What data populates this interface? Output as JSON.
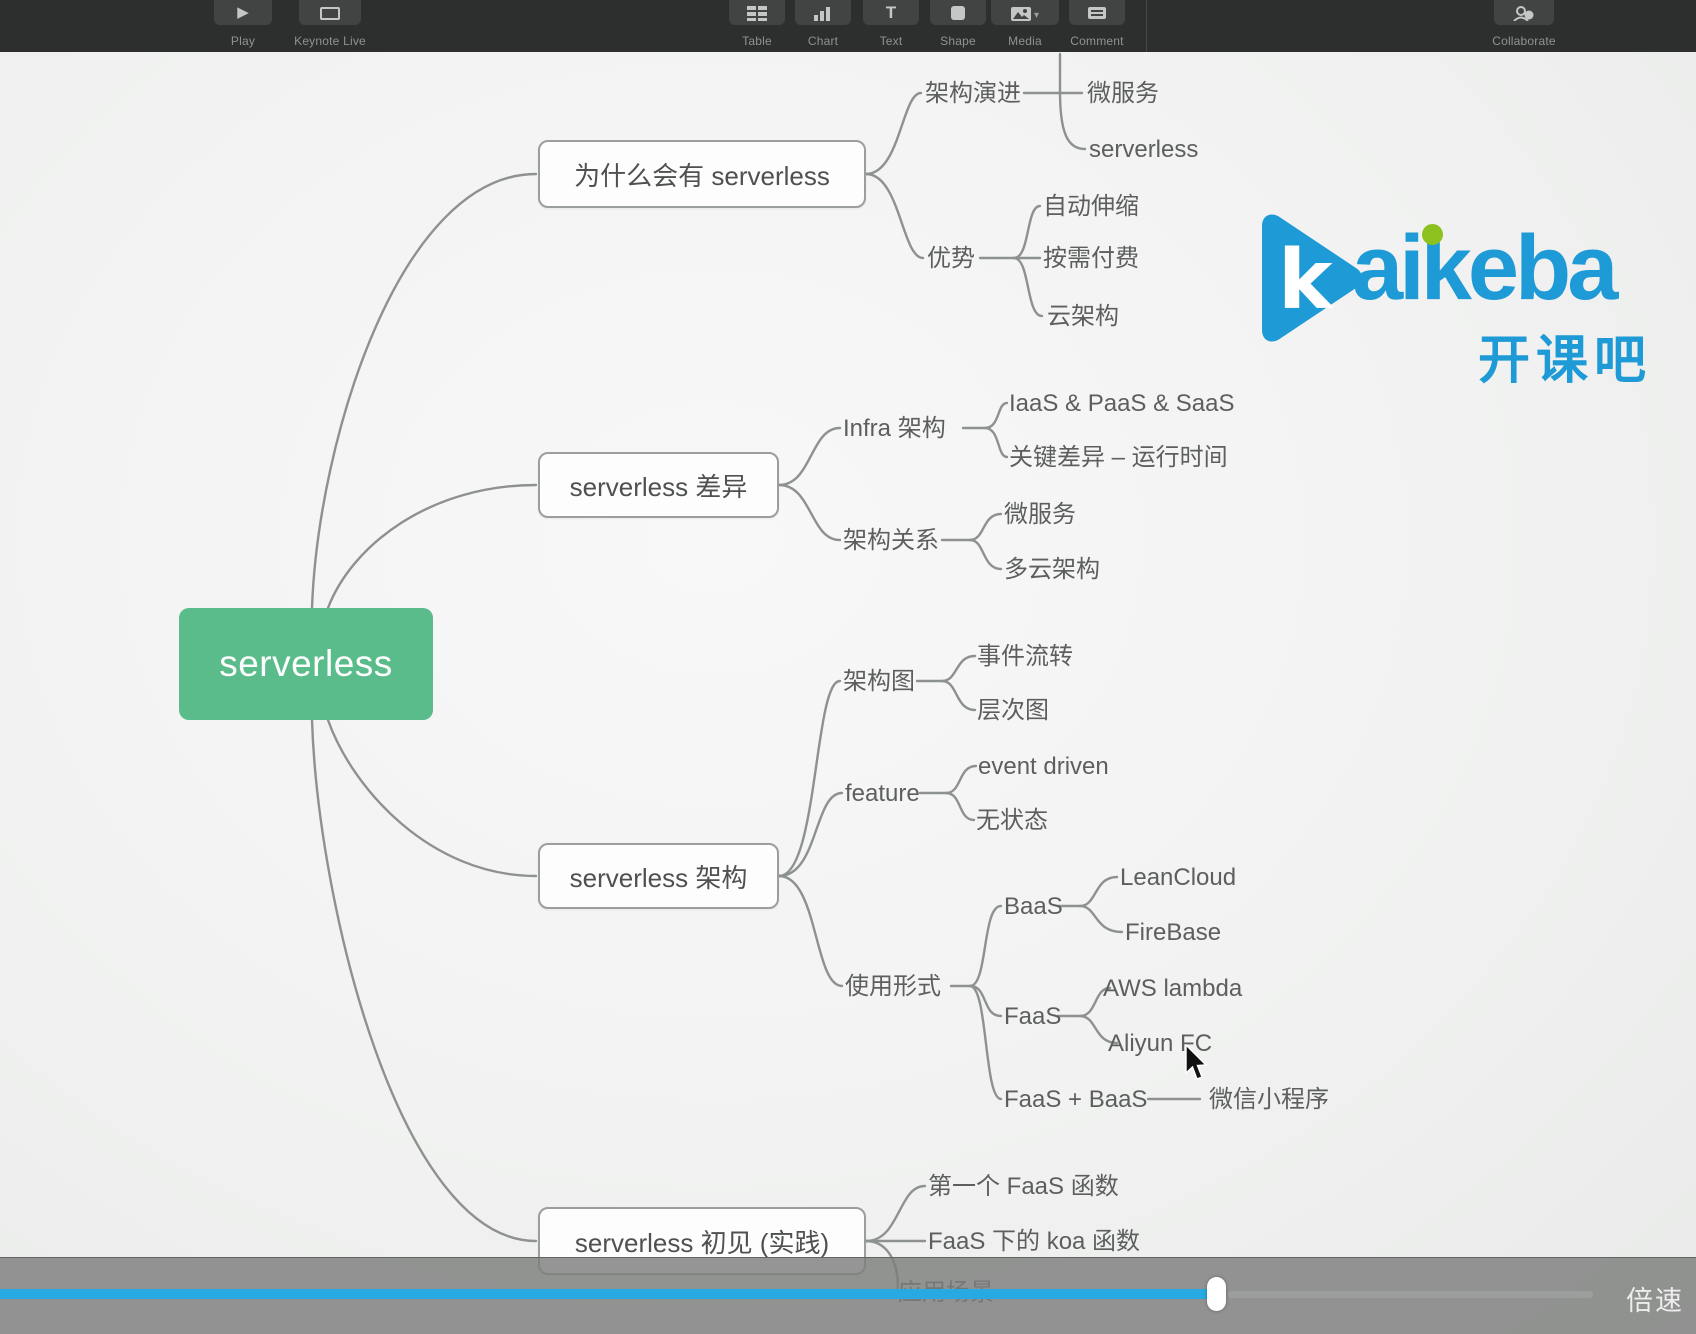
{
  "toolbar": {
    "items": [
      {
        "label": "Play"
      },
      {
        "label": "Keynote Live"
      },
      {
        "label": "Table"
      },
      {
        "label": "Chart"
      },
      {
        "label": "Text"
      },
      {
        "label": "Shape"
      },
      {
        "label": "Media"
      },
      {
        "label": "Comment"
      },
      {
        "label": "Collaborate"
      }
    ]
  },
  "logo": {
    "triangle_letter": "k",
    "wordmark_rest": "aikeba",
    "subtitle": "开课吧",
    "brand_blue": "#1e9ad6",
    "dot_green": "#8cc11e"
  },
  "mindmap": {
    "root": {
      "label": "serverless",
      "color": "#5abc8a"
    },
    "branches": [
      {
        "label": "为什么会有 serverless",
        "children": [
          {
            "label": "架构演进",
            "children": [
              {
                "label": "微服务"
              },
              {
                "label": "serverless"
              }
            ]
          },
          {
            "label": "优势",
            "children": [
              {
                "label": "自动伸缩"
              },
              {
                "label": "按需付费"
              },
              {
                "label": "云架构"
              }
            ]
          }
        ]
      },
      {
        "label": "serverless 差异",
        "children": [
          {
            "label": "Infra 架构",
            "children": [
              {
                "label": "IaaS & PaaS & SaaS"
              },
              {
                "label": "关键差异 – 运行时间"
              }
            ]
          },
          {
            "label": "架构关系",
            "children": [
              {
                "label": "微服务"
              },
              {
                "label": "多云架构"
              }
            ]
          }
        ]
      },
      {
        "label": "serverless 架构",
        "children": [
          {
            "label": "架构图",
            "children": [
              {
                "label": "事件流转"
              },
              {
                "label": "层次图"
              }
            ]
          },
          {
            "label": "feature",
            "children": [
              {
                "label": "event driven"
              },
              {
                "label": "无状态"
              }
            ]
          },
          {
            "label": "使用形式",
            "children": [
              {
                "label": "BaaS",
                "children": [
                  {
                    "label": "LeanCloud"
                  },
                  {
                    "label": "FireBase"
                  }
                ]
              },
              {
                "label": "FaaS",
                "children": [
                  {
                    "label": "AWS lambda"
                  },
                  {
                    "label": "Aliyun FC"
                  }
                ]
              },
              {
                "label": "FaaS + BaaS",
                "children": [
                  {
                    "label": "微信小程序"
                  }
                ]
              }
            ]
          }
        ]
      },
      {
        "label": "serverless 初见 (实践)",
        "children": [
          {
            "label": "第一个 FaaS 函数"
          },
          {
            "label": "FaaS 下的 koa 函数"
          },
          {
            "label": "应用场景"
          }
        ]
      }
    ]
  },
  "player": {
    "speed_label": "倍速",
    "progress_percent": 72
  }
}
